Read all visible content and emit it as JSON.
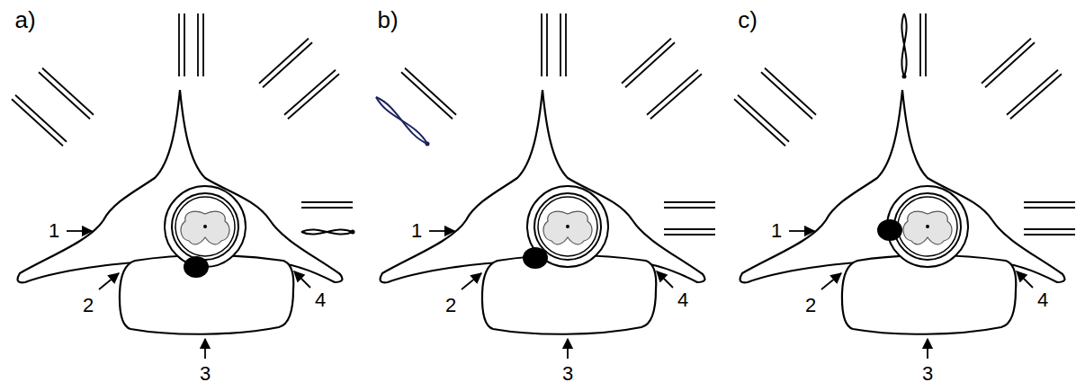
{
  "diagram": {
    "labels": [
      "a)",
      "1",
      "2",
      "3",
      "4",
      "b)",
      "1",
      "2",
      "3",
      "4",
      "c)",
      "1",
      "2",
      "3",
      "4"
    ]
  }
}
